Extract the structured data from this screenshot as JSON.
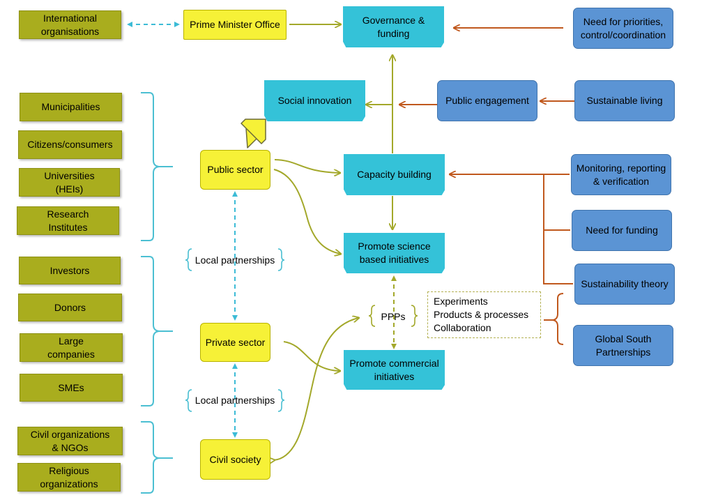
{
  "left_groups": {
    "government": [
      {
        "id": "international",
        "label": "International\norganisations"
      }
    ],
    "public": [
      {
        "id": "municipalities",
        "label": "Municipalities"
      },
      {
        "id": "citizens",
        "label": "Citizens/consumers"
      },
      {
        "id": "universities",
        "label": "Universities\n(HEIs)"
      },
      {
        "id": "research",
        "label": "Research\nInstitutes"
      }
    ],
    "private": [
      {
        "id": "investors",
        "label": "Investors"
      },
      {
        "id": "donors",
        "label": "Donors"
      },
      {
        "id": "large",
        "label": "Large\ncompanies"
      },
      {
        "id": "smes",
        "label": "SMEs"
      }
    ],
    "civil": [
      {
        "id": "civil-orgs",
        "label": "Civil organizations\n& NGOs"
      },
      {
        "id": "religious",
        "label": "Religious\norganizations"
      }
    ]
  },
  "sectors": {
    "prime_minister": "Prime Minister Office",
    "public": "Public sector",
    "private": "Private sector",
    "civil": "Civil society"
  },
  "partnership_labels": {
    "upper": "Local partnerships",
    "lower": "Local partnerships",
    "ppps": "PPPs"
  },
  "core": {
    "governance": "Governance &\nfunding",
    "social_innovation": "Social innovation",
    "capacity": "Capacity building",
    "science": "Promote  science\nbased initiatives",
    "commercial": "Promote  commercial\ninitiatives"
  },
  "drivers": {
    "priorities": "Need for priorities,\ncontrol/coordination",
    "public_engagement": "Public engagement",
    "sustainable_living": "Sustainable living",
    "monitoring": "Monitoring,  reporting\n& verification",
    "funding": "Need for funding",
    "sustainability_theory": "Sustainability theory",
    "global_south": "Global South\nPartnerships"
  },
  "activities": "Experiments\nProducts  & processes\nCollaboration",
  "colors": {
    "olive": "#a9ad1e",
    "yellow": "#f6f137",
    "teal": "#34c2d8",
    "blue": "#5b94d4",
    "olive_arrow": "#a3a82a",
    "orange_arrow": "#c0581d",
    "cyan_dash": "#3cbbd6",
    "brace": "#4bbfd2"
  }
}
